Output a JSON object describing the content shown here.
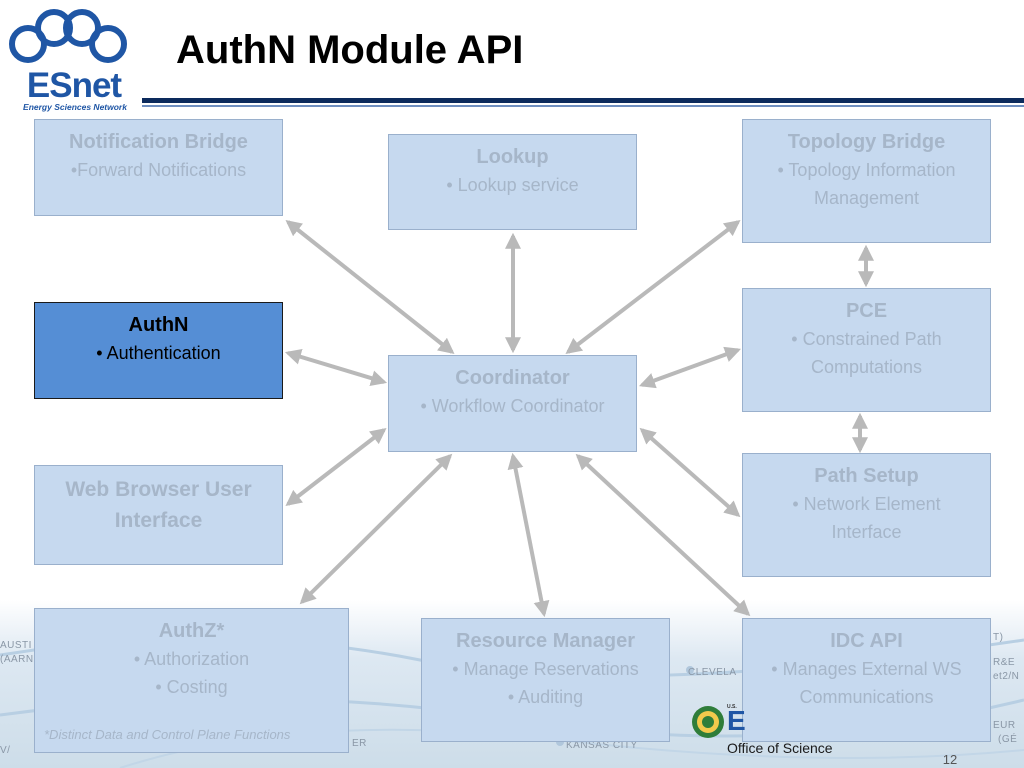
{
  "header": {
    "logo_word": "ESnet",
    "logo_tagline": "Energy Sciences Network",
    "title": "AuthN Module API"
  },
  "boxes": {
    "notification_bridge": {
      "title": "Notification Bridge",
      "lines": [
        "•Forward Notifications"
      ]
    },
    "lookup": {
      "title": "Lookup",
      "lines": [
        "• Lookup service"
      ]
    },
    "topology_bridge": {
      "title": "Topology Bridge",
      "lines": [
        "• Topology Information",
        "Management"
      ]
    },
    "authn": {
      "title": "AuthN",
      "lines": [
        "• Authentication"
      ]
    },
    "coordinator": {
      "title": "Coordinator",
      "lines": [
        "• Workflow Coordinator"
      ]
    },
    "pce": {
      "title": "PCE",
      "lines": [
        "• Constrained Path",
        "Computations"
      ]
    },
    "web_browser": {
      "title": "Web Browser User Interface"
    },
    "path_setup": {
      "title": "Path Setup",
      "lines": [
        "• Network Element",
        "Interface"
      ]
    },
    "authz": {
      "title": "AuthZ*",
      "lines": [
        "• Authorization",
        "• Costing"
      ]
    },
    "resource_manager": {
      "title": "Resource Manager",
      "lines": [
        "• Manage Reservations",
        "• Auditing"
      ]
    },
    "idc_api": {
      "title": "IDC API",
      "lines": [
        "• Manages External WS",
        "Communications"
      ]
    }
  },
  "footnote": "*Distinct Data and Control Plane Functions",
  "slide_number": "12",
  "doe_logo": {
    "us_label": "U.S.",
    "letter": "E",
    "office": "Office of Science"
  },
  "map_labels": [
    "AUSTI",
    "(AARN",
    "CLEVELA",
    "KANSAS CITY",
    "R&E",
    "et2/N",
    "EUR",
    "(GÉ",
    "V/",
    "T)",
    "ER"
  ],
  "colors": {
    "box_fill": "#c6d9ef",
    "active_box_fill": "#558ed5",
    "faded_text": "#a6b6c9",
    "arrow": "#b9b9b9",
    "header_rule": "#0c2a5c",
    "brand_blue": "#1f56a5"
  }
}
